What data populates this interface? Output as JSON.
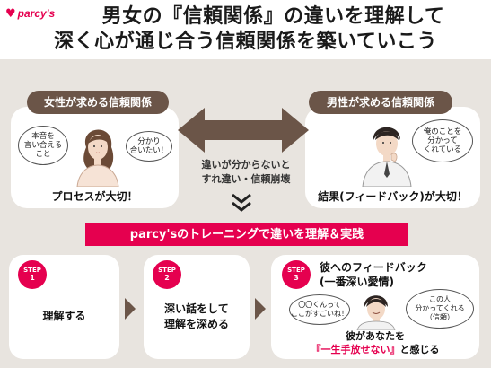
{
  "brand": {
    "name": "parcy's"
  },
  "title": {
    "line1": "男女の『信頼関係』の違いを理解して",
    "line2": "深く心が通じ合う信頼関係を築いていこう"
  },
  "female": {
    "header": "女性が求める信頼関係",
    "bubble_left_lines": [
      "本音を",
      "言い合える",
      "こと"
    ],
    "bubble_right_lines": [
      "分かり",
      "合いたい！"
    ],
    "caption": "プロセスが大切！"
  },
  "male": {
    "header": "男性が求める信頼関係",
    "bubble_lines": [
      "俺のことを",
      "分かって",
      "くれている"
    ],
    "caption": "結果(フィードバック)が大切！"
  },
  "middle": {
    "lines": [
      "違いが分からないと",
      "すれ違い・信頼崩壊"
    ]
  },
  "banner": "parcy'sのトレーニングで違いを理解＆実践",
  "steps": [
    {
      "badge": "STEP",
      "num": "1",
      "text_lines": [
        "理解する"
      ]
    },
    {
      "badge": "STEP",
      "num": "2",
      "text_lines": [
        "深い話をして",
        "理解を深める"
      ]
    },
    {
      "badge": "STEP",
      "num": "3",
      "title_lines": [
        "彼へのフィードバック",
        "(一番深い愛情)"
      ],
      "bubble_left_lines": [
        "〇〇くんって",
        "ここがすごいね！"
      ],
      "bubble_right_lines": [
        "この人",
        "分かってくれる",
        "（信頼）"
      ],
      "bottom_line1": "彼があなたを",
      "bottom_highlight": "『一生手放せない』",
      "bottom_suffix": "と感じる"
    }
  ],
  "colors": {
    "accent": "#e5004f",
    "brown": "#6b5548",
    "panel": "#e8e4df"
  }
}
